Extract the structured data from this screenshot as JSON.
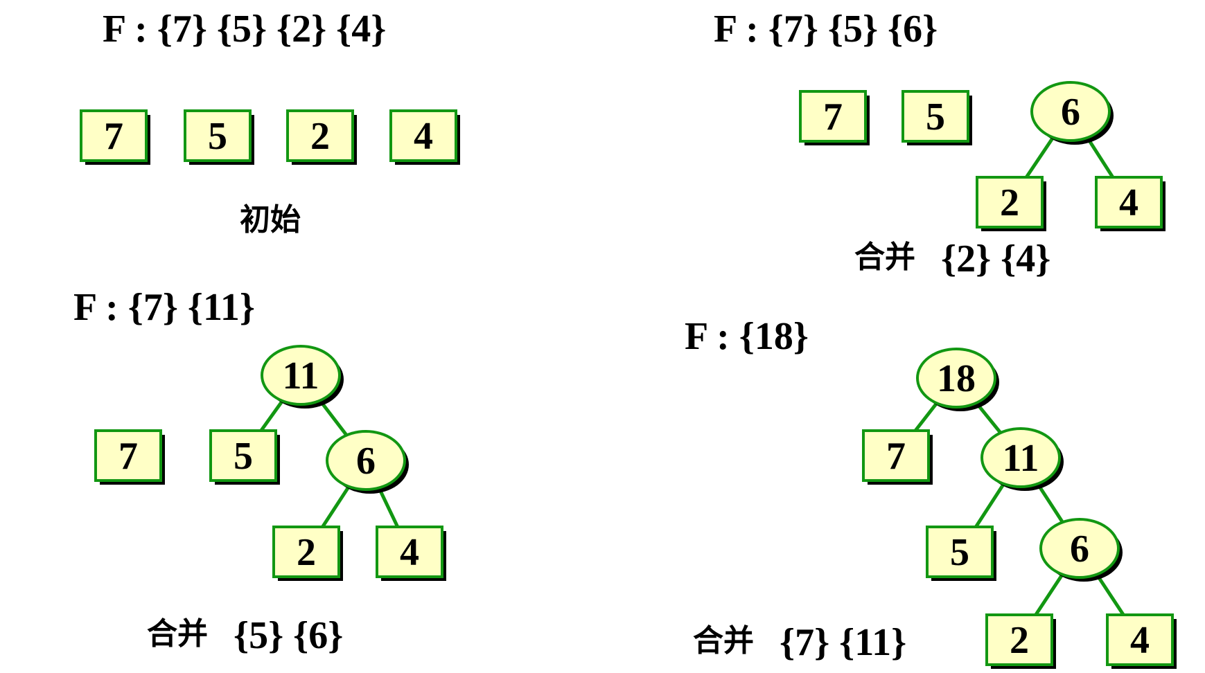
{
  "colors": {
    "node_fill": "#ffffc6",
    "node_border": "#129712",
    "edge": "#129712",
    "shadow": "#000000"
  },
  "panels": [
    {
      "title": "F : {7} {5} {2} {4}",
      "caption": "初始",
      "nodes": [
        {
          "id": "a7",
          "label": "7",
          "shape": "box"
        },
        {
          "id": "a5",
          "label": "5",
          "shape": "box"
        },
        {
          "id": "a2",
          "label": "2",
          "shape": "box"
        },
        {
          "id": "a4",
          "label": "4",
          "shape": "box"
        }
      ],
      "edges": []
    },
    {
      "title": "F : {7} {5} {6}",
      "caption": "合并",
      "caption_sets": "{2} {4}",
      "nodes": [
        {
          "id": "b7",
          "label": "7",
          "shape": "box"
        },
        {
          "id": "b5",
          "label": "5",
          "shape": "box"
        },
        {
          "id": "b6",
          "label": "6",
          "shape": "ellipse"
        },
        {
          "id": "b2",
          "label": "2",
          "shape": "box"
        },
        {
          "id": "b4",
          "label": "4",
          "shape": "box"
        }
      ],
      "edges": [
        [
          "b6",
          "b2"
        ],
        [
          "b6",
          "b4"
        ]
      ]
    },
    {
      "title": "F : {7} {11}",
      "caption": "合并",
      "caption_sets": "{5} {6}",
      "nodes": [
        {
          "id": "c11",
          "label": "11",
          "shape": "ellipse"
        },
        {
          "id": "c7",
          "label": "7",
          "shape": "box"
        },
        {
          "id": "c5",
          "label": "5",
          "shape": "box"
        },
        {
          "id": "c6",
          "label": "6",
          "shape": "ellipse"
        },
        {
          "id": "c2",
          "label": "2",
          "shape": "box"
        },
        {
          "id": "c4",
          "label": "4",
          "shape": "box"
        }
      ],
      "edges": [
        [
          "c11",
          "c5"
        ],
        [
          "c11",
          "c6"
        ],
        [
          "c6",
          "c2"
        ],
        [
          "c6",
          "c4"
        ]
      ]
    },
    {
      "title": "F : {18}",
      "caption": "合并",
      "caption_sets": "{7} {11}",
      "nodes": [
        {
          "id": "d18",
          "label": "18",
          "shape": "ellipse"
        },
        {
          "id": "d7",
          "label": "7",
          "shape": "box"
        },
        {
          "id": "d11",
          "label": "11",
          "shape": "ellipse"
        },
        {
          "id": "d5",
          "label": "5",
          "shape": "box"
        },
        {
          "id": "d6",
          "label": "6",
          "shape": "ellipse"
        },
        {
          "id": "d2",
          "label": "2",
          "shape": "box"
        },
        {
          "id": "d4",
          "label": "4",
          "shape": "box"
        }
      ],
      "edges": [
        [
          "d18",
          "d7"
        ],
        [
          "d18",
          "d11"
        ],
        [
          "d11",
          "d5"
        ],
        [
          "d11",
          "d6"
        ],
        [
          "d6",
          "d2"
        ],
        [
          "d6",
          "d4"
        ]
      ]
    }
  ]
}
